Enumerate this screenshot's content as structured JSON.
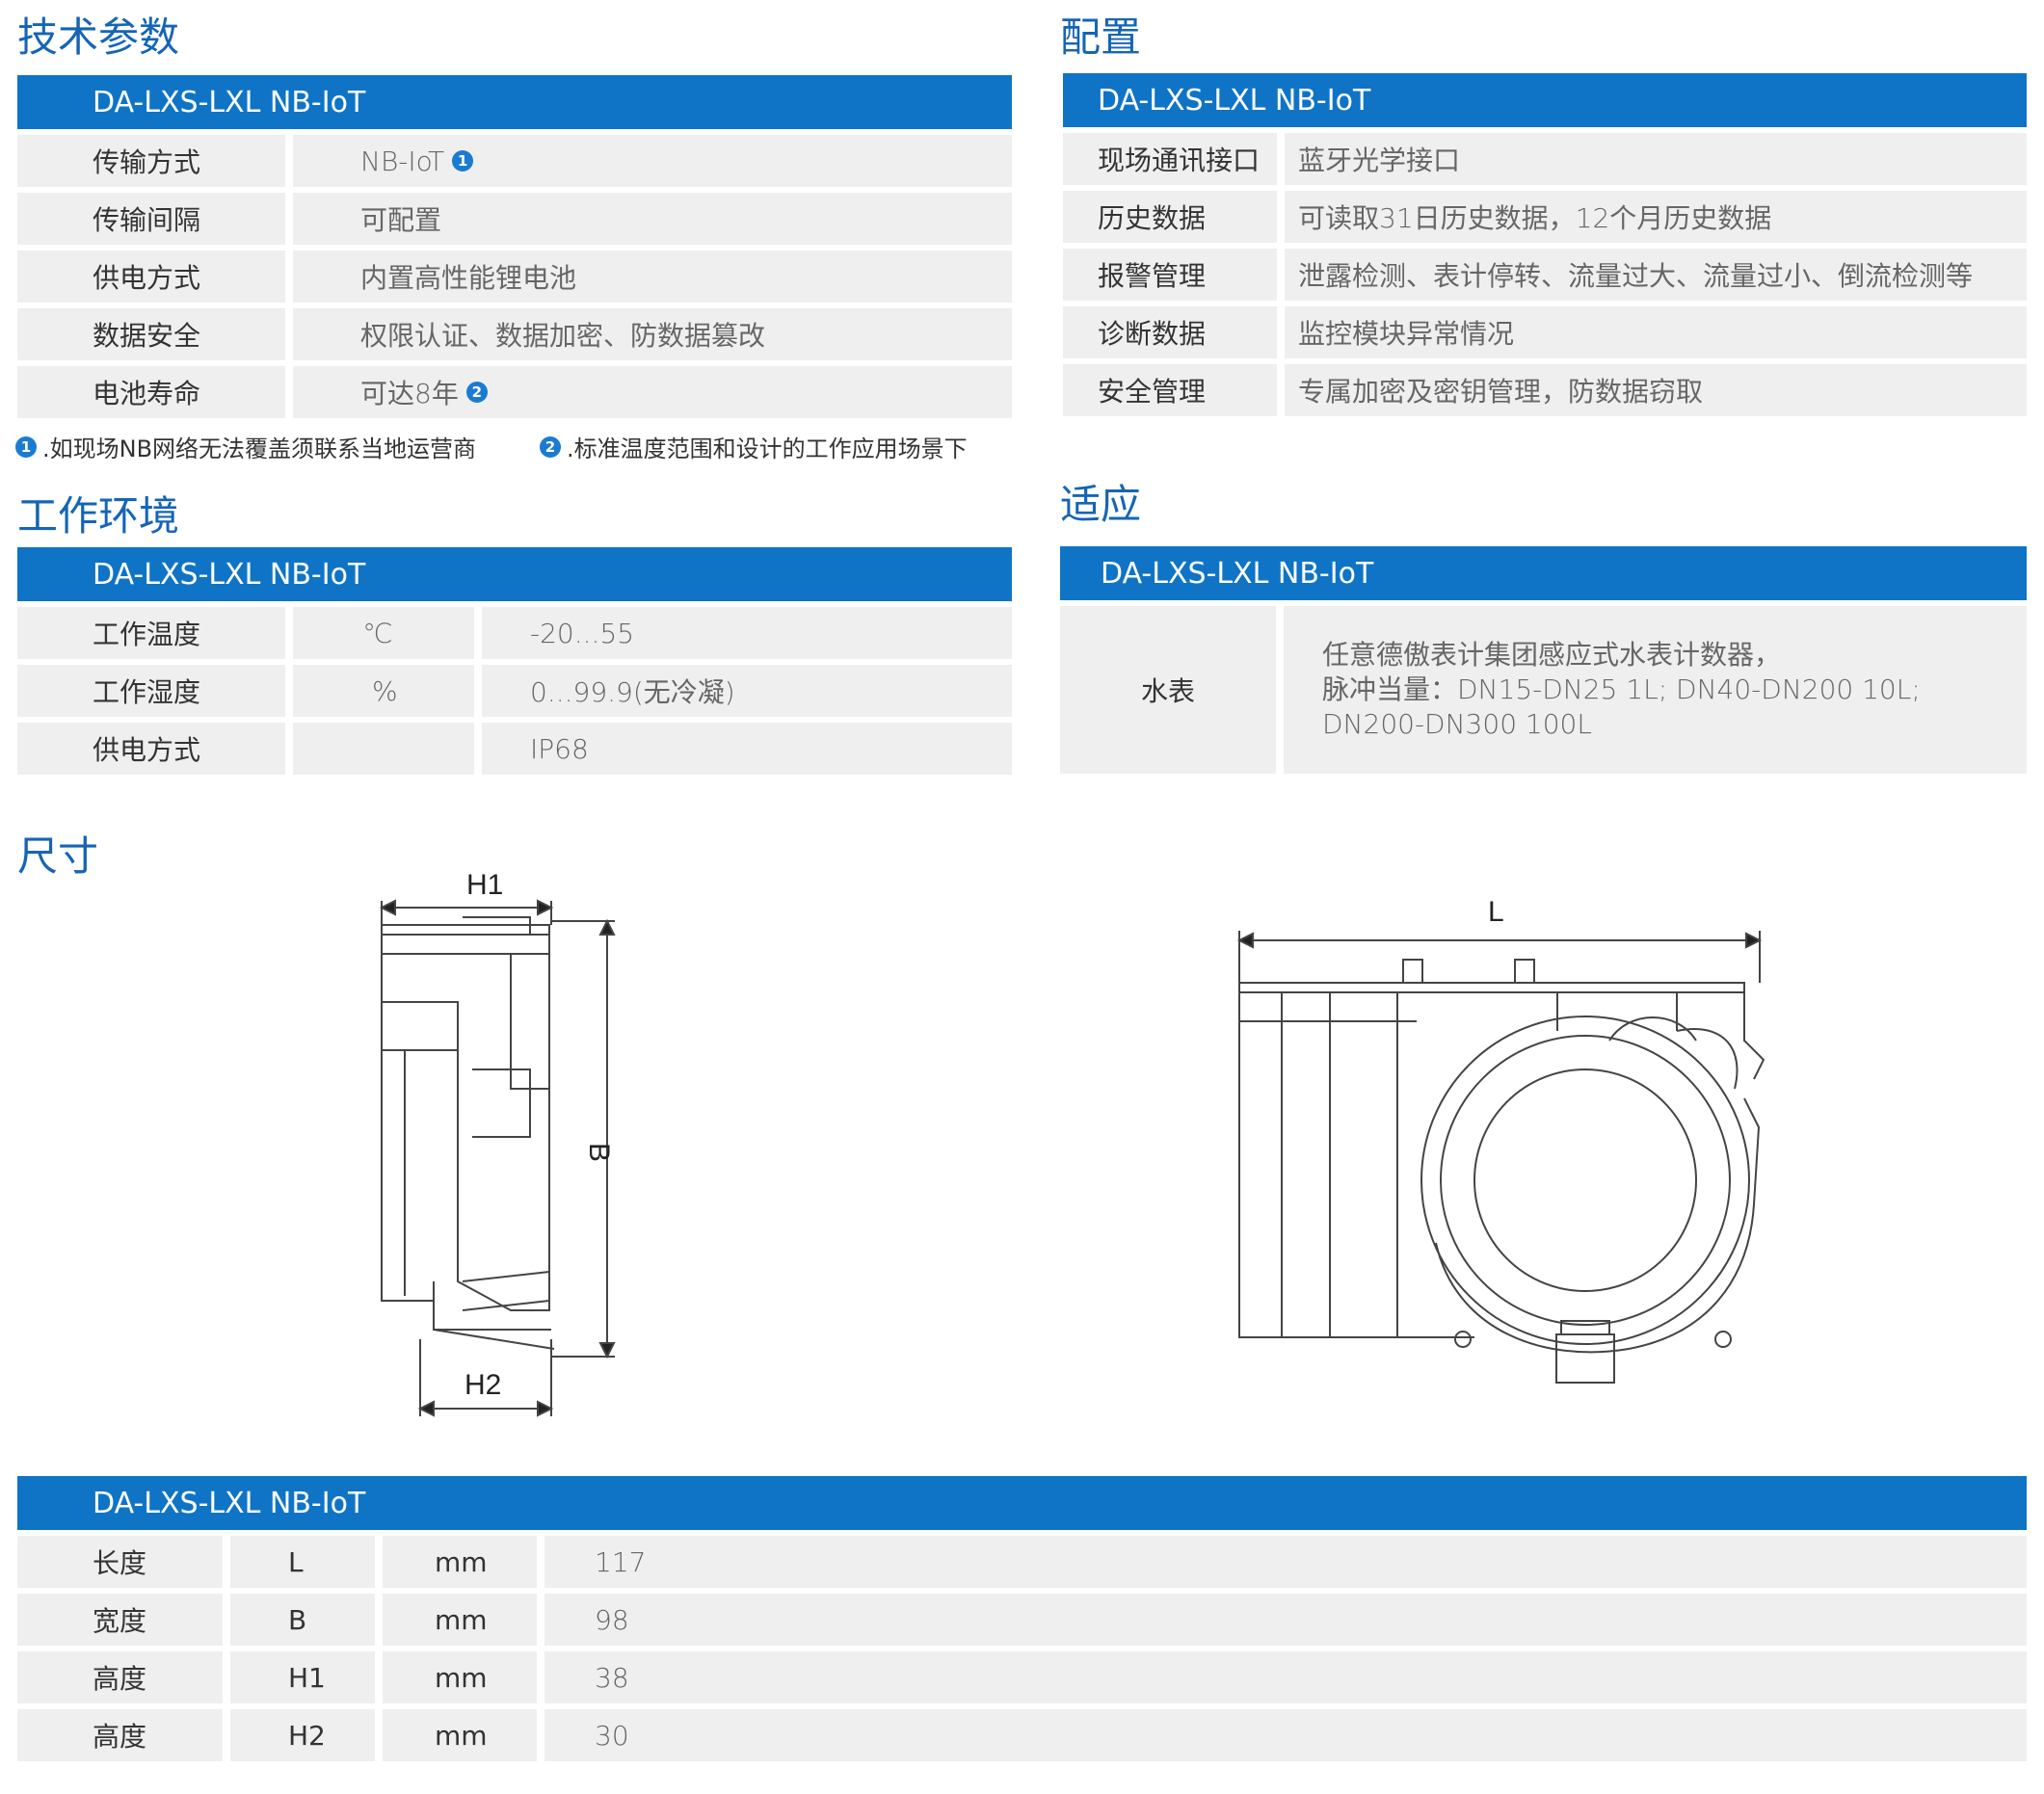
{
  "model": "DA-LXS-LXL NB-IoT",
  "tech": {
    "title": "技术参数",
    "rows": [
      {
        "label": "传输方式",
        "value": "NB-IoT",
        "badge": "1"
      },
      {
        "label": "传输间隔",
        "value": "可配置"
      },
      {
        "label": "供电方式",
        "value": "内置高性能锂电池"
      },
      {
        "label": "数据安全",
        "value": "权限认证、数据加密、防数据篡改"
      },
      {
        "label": "电池寿命",
        "value": "可达8年",
        "badge": "2"
      }
    ],
    "notes": [
      {
        "badge": "1",
        "text": ".如现场NB网络无法覆盖须联系当地运营商"
      },
      {
        "badge": "2",
        "text": ".标准温度范围和设计的工作应用场景下"
      }
    ]
  },
  "config": {
    "title": "配置",
    "rows": [
      {
        "label": "现场通讯接口",
        "value": "蓝牙光学接口"
      },
      {
        "label": "历史数据",
        "value": "可读取31日历史数据，12个月历史数据"
      },
      {
        "label": "报警管理",
        "value": "泄露检测、表计停转、流量过大、流量过小、倒流检测等"
      },
      {
        "label": "诊断数据",
        "value": "监控模块异常情况"
      },
      {
        "label": "安全管理",
        "value": "专属加密及密钥管理，防数据窃取"
      }
    ]
  },
  "env": {
    "title": "工作环境",
    "rows": [
      {
        "label": "工作温度",
        "unit": "℃",
        "value": "-20...55"
      },
      {
        "label": "工作湿度",
        "unit": "%",
        "value": "0...99.9(无冷凝)"
      },
      {
        "label": "供电方式",
        "unit": "",
        "value": "IP68"
      }
    ]
  },
  "adapt": {
    "title": "适应",
    "label": "水表",
    "lines": [
      "任意德傲表计集团感应式水表计数器，",
      "脉冲当量：DN15-DN25  1L; DN40-DN200  10L;",
      "DN200-DN300  100L"
    ]
  },
  "dims": {
    "title": "尺寸",
    "drawing_labels": {
      "h1": "H1",
      "h2": "H2",
      "b": "B",
      "l": "L"
    },
    "rows": [
      {
        "name": "长度",
        "sym": "L",
        "unit": "mm",
        "value": "117"
      },
      {
        "name": "宽度",
        "sym": "B",
        "unit": "mm",
        "value": "98"
      },
      {
        "name": "高度",
        "sym": "H1",
        "unit": "mm",
        "value": "38"
      },
      {
        "name": "高度",
        "sym": "H2",
        "unit": "mm",
        "value": "30"
      }
    ]
  }
}
